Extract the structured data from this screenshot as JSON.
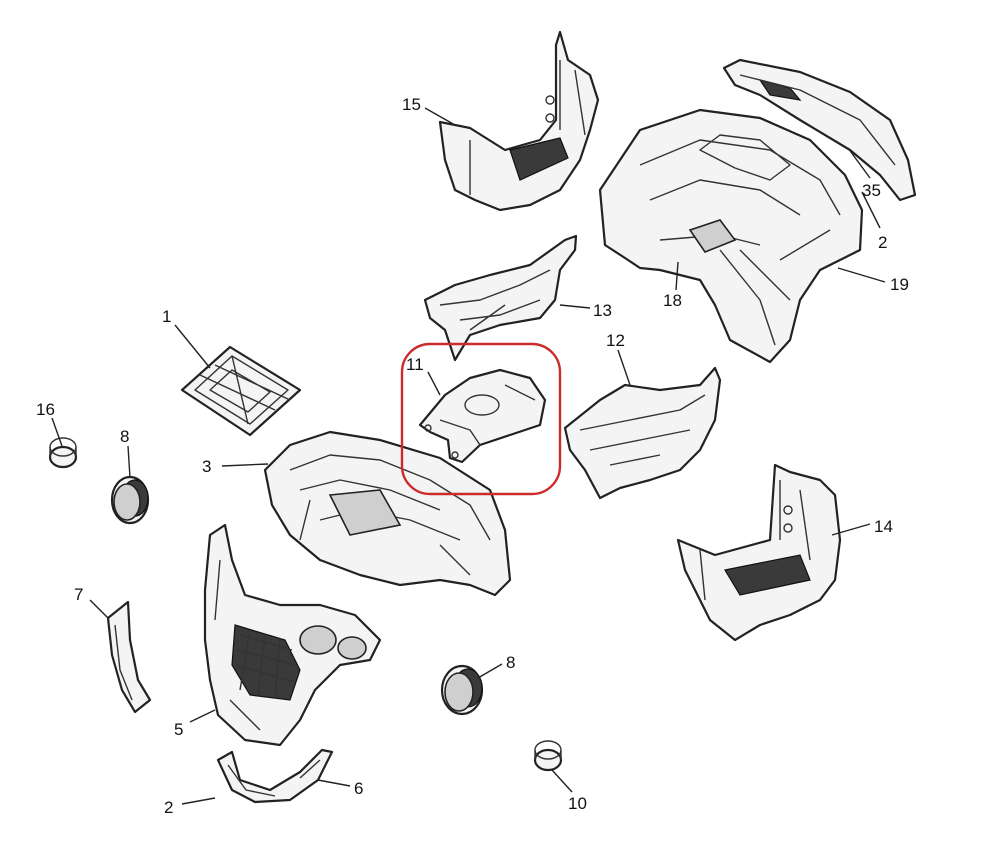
{
  "highlight_color": "#cc2b2b",
  "highlighted_part": "11",
  "callouts": {
    "c15": "15",
    "c35": "35",
    "c2_top": "2",
    "c19": "19",
    "c18": "18",
    "c13": "13",
    "c1": "1",
    "c11": "11",
    "c12": "12",
    "c16": "16",
    "c8_left": "8",
    "c3": "3",
    "c14": "14",
    "c7": "7",
    "c8_right": "8",
    "c5": "5",
    "c6": "6",
    "c2_bottom": "2",
    "c10": "10"
  }
}
